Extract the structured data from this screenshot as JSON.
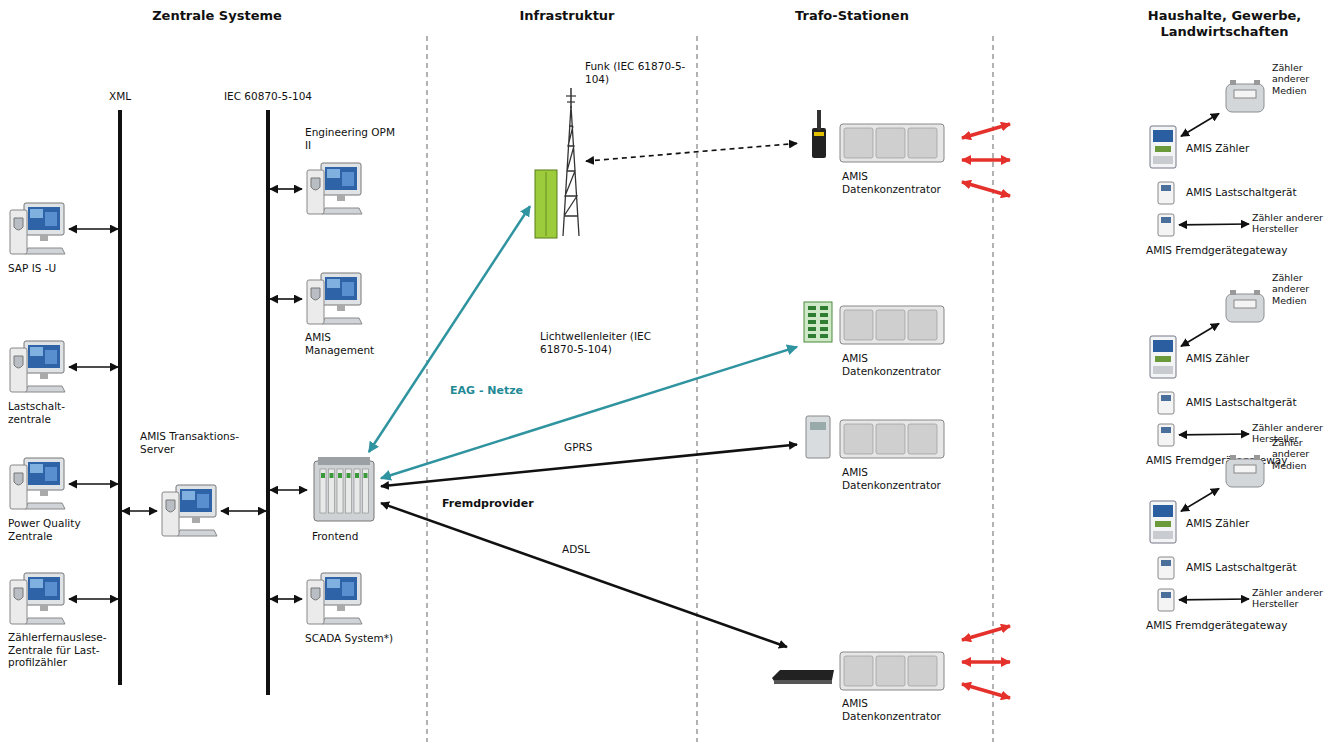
{
  "diagram": {
    "nodes": [
      {
        "text": [
          "XML"
        ]
      },
      {
        "text": [
          "IEC 60870-5-104"
        ]
      },
      {
        "text": [
          "SAP IS -U"
        ]
      },
      {
        "text": [
          "Lastschalt- zentrale"
        ]
      },
      {
        "text": [
          "Power Quality Zentrale"
        ]
      },
      {
        "text": [
          "Zählerfernauslese- Zentrale für Last- profilzähler"
        ]
      },
      {
        "text": [
          "AMIS Transaktions- Server"
        ]
      },
      {
        "text": [
          "Engineering OPM II"
        ]
      },
      {
        "text": [
          "AMIS Management"
        ]
      },
      {
        "text": [
          "Frontend"
        ]
      },
      {
        "text": [
          "SCADA System*)"
        ]
      },
      {
        "text": [
          "Funk (IEC 61870-5-104)"
        ]
      },
      {
        "text": [
          "AMIS Datenkonzentrator"
        ]
      },
      {
        "text": [
          "AMIS Datenkonzentrator"
        ]
      },
      {
        "text": [
          "AMIS Datenkonzentrator"
        ]
      },
      {
        "text": [
          "AMIS Datenkonzentrator"
        ]
      },
      {
        "text": [
          "Zähler anderer Medien"
        ]
      },
      {
        "text": [
          "AMIS Zähler"
        ]
      },
      {
        "text": [
          "AMIS Lastschaltgerät"
        ]
      },
      {
        "text": [
          "Zähler anderer Hersteller"
        ]
      },
      {
        "text": [
          "AMIS Fremdgerätegateway"
        ]
      },
      {
        "text": [
          "Zähler anderer Medien"
        ]
      },
      {
        "text": [
          "AMIS Zähler"
        ]
      },
      {
        "text": [
          "AMIS Lastschaltgerät"
        ]
      },
      {
        "text": [
          "Zähler anderer Hersteller"
        ]
      },
      {
        "text": [
          "AMIS Fremdgerätegateway"
        ]
      },
      {
        "text": [
          "Zähler anderer Medien"
        ]
      },
      {
        "text": [
          "AMIS Zähler"
        ]
      },
      {
        "text": [
          "AMIS Lastschaltgerät"
        ]
      },
      {
        "text": [
          "Zähler anderer Hersteller"
        ]
      },
      {
        "text": [
          "AMIS Fremdgerätegateway"
        ]
      }
    ],
    "edges": [
      {
        "from": 2,
        "to": 0,
        "arrow": "both"
      },
      {
        "from": 3,
        "to": 0,
        "arrow": "both"
      },
      {
        "from": 4,
        "to": 0,
        "arrow": "both"
      },
      {
        "from": 5,
        "to": 0,
        "arrow": "both"
      },
      {
        "from": 6,
        "to": 0,
        "arrow": "both"
      },
      {
        "from": 6,
        "to": 1,
        "arrow": "both"
      },
      {
        "from": 7,
        "to": 1,
        "arrow": "both"
      },
      {
        "from": 8,
        "to": 1,
        "arrow": "both"
      },
      {
        "from": 9,
        "to": 1,
        "arrow": "both"
      },
      {
        "from": 10,
        "to": 1,
        "arrow": "both"
      },
      {
        "from": 9,
        "to": 11,
        "arrow": "both"
      },
      {
        "from": 9,
        "to": 13,
        "label": "Lichtwellenleiter (IEC 61870-5-104)",
        "arrow": "both"
      },
      {
        "from": 9,
        "to": 14,
        "label": "GPRS",
        "arrow": "both"
      },
      {
        "from": 9,
        "to": 15,
        "label": "ADSL",
        "arrow": "both"
      },
      {
        "from": 11,
        "to": 12,
        "arrow": "both"
      },
      {
        "from": 17,
        "to": 16,
        "arrow": "both"
      },
      {
        "from": 20,
        "to": 19,
        "arrow": "both"
      },
      {
        "from": 22,
        "to": 21,
        "arrow": "both"
      },
      {
        "from": 25,
        "to": 24,
        "arrow": "both"
      },
      {
        "from": 27,
        "to": 26,
        "arrow": "both"
      },
      {
        "from": 30,
        "to": 29,
        "arrow": "both"
      }
    ],
    "labels": [
      "Zentrale Systeme",
      "Infrastruktur",
      "Trafo-Stationen",
      "Haushalte, Gewerbe, Landwirtschaften",
      "EAG - Netze",
      "Fremdprovider"
    ]
  }
}
